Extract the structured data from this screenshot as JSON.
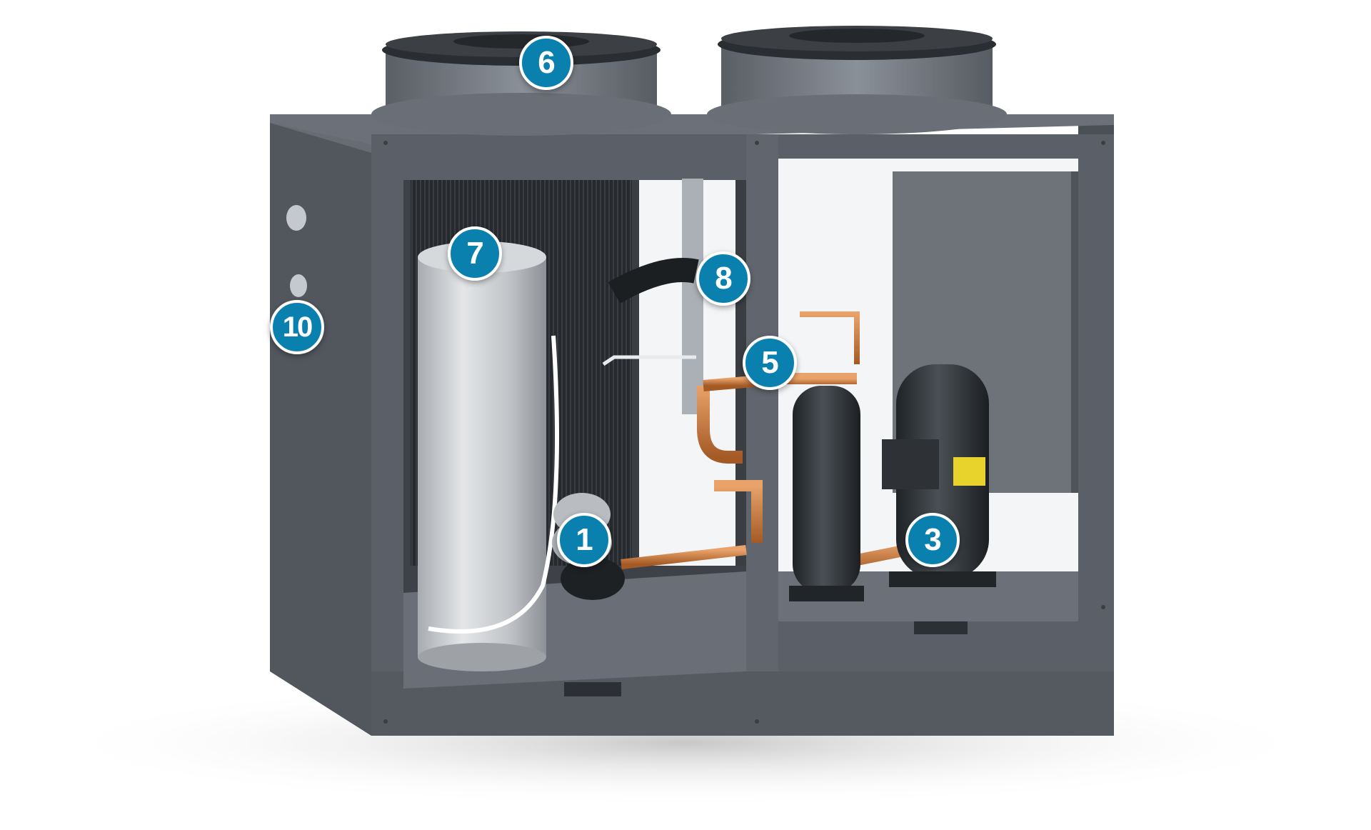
{
  "colors": {
    "background": "#ffffff",
    "frame": "#5b6068",
    "frame_dark": "#454a51",
    "frame_light": "#727881",
    "marker_fill": "#0a80ae",
    "marker_border": "#ffffff",
    "copper": "#c8763e",
    "insulation": "#c9ccd0",
    "compressor": "#2f3438",
    "coil": "#1f2226"
  },
  "components": [
    {
      "id": "1",
      "label": "1",
      "part": "heat-exchanger"
    },
    {
      "id": "3",
      "label": "3",
      "part": "compressor"
    },
    {
      "id": "5",
      "label": "5",
      "part": "refrigerant-piping"
    },
    {
      "id": "6",
      "label": "6",
      "part": "fan"
    },
    {
      "id": "7",
      "label": "7",
      "part": "storage-tank"
    },
    {
      "id": "8",
      "label": "8",
      "part": "flexible-hose"
    },
    {
      "id": "10",
      "label": "10",
      "part": "water-connections"
    }
  ]
}
